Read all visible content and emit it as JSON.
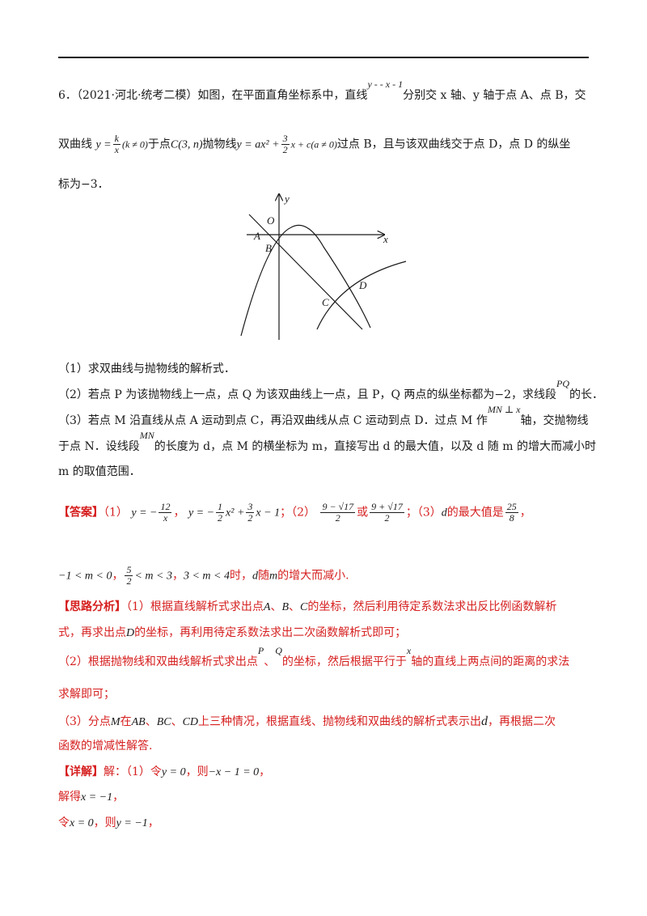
{
  "problem": {
    "l1_a": "6．（2021·河北·统考二模）如图，在平面直角坐标系中，直线",
    "l1_b": "y - - x - 1",
    "l1_c": "分别交 x 轴、y 轴于点 A、点 B，交",
    "l2_a": "双曲线",
    "l2_eq1_lhs": "y =",
    "l2_eq1_num": "k",
    "l2_eq1_den": "x",
    "l2_eq1_cond": "(k ≠ 0)",
    "l2_b": "于点",
    "l2_pt": "C(3, n)",
    "l2_c": "抛物线",
    "l2_eq2_a": "y = ax² +",
    "l2_eq2_num": "3",
    "l2_eq2_den": "2",
    "l2_eq2_b": "x + c(a ≠ 0)",
    "l2_d": "过点 B，且与该双曲线交于点 D，点 D 的纵坐",
    "l3": "标为−3．"
  },
  "figure": {
    "labels": {
      "y": "y",
      "x": "x",
      "o": "O",
      "a": "A",
      "b": "B",
      "c": "C",
      "d": "D"
    }
  },
  "questions": {
    "q1": "（1）求双曲线与抛物线的解析式．",
    "q2_a": "（2）若点 P 为该抛物线上一点，点 Q 为该双曲线上一点，且 P，Q 两点的纵坐标都为−2，求线段",
    "q2_seg": "PQ",
    "q2_b": "的长．",
    "q3_a": "（3）若点 M 沿直线从点 A 运动到点 C，再沿双曲线从点 C 运动到点 D．过点 M 作",
    "q3_perp": "MN ⊥ x",
    "q3_b": "轴，交抛物线",
    "q3_c": "于点 N．设线段",
    "q3_seg": "MN",
    "q3_d": "的长度为 d，点 M 的横坐标为 m，直接写出 d 的最大值，以及 d 随 m 的增大而减小时",
    "q3_e": "m 的取值范围．"
  },
  "answer": {
    "tag": "【答案】",
    "p1": "（1）",
    "y1_lhs": "y = −",
    "y1_num": "12",
    "y1_den": "x",
    "comma1": "，",
    "y2_lhs": "y = −",
    "y2_num": "1",
    "y2_den": "2",
    "y2_mid": "x² +",
    "y2_num2": "3",
    "y2_den2": "2",
    "y2_tail": "x − 1",
    "p2": "；（2）",
    "r1_num": "9 − √17",
    "r1_den": "2",
    "or": "或",
    "r2_num": "9 + √17",
    "r2_den": "2",
    "p3": "；（3）",
    "dvar": "d",
    "max_text": "的最大值是",
    "max_num": "25",
    "max_den": "8",
    "comma2": "，",
    "range1": "−1 < m < 0",
    "comma3": "，",
    "range2_num": "5",
    "range2_den": "2",
    "range2_tail": "< m < 3",
    "comma4": "，",
    "range3": "3 < m < 4",
    "shi": "时，",
    "dvar2": "d",
    "sui": "随",
    "mvar": "m",
    "end": "的增大而减小."
  },
  "analysis": {
    "tag": "【思路分析】",
    "l1_a": "（1）根据直线解析式求出点",
    "pa": "A",
    "sep1": "、",
    "pb": "B",
    "sep2": "、",
    "pc": "C",
    "l1_b": "的坐标，然后利用待定系数法求出反比例函数解析",
    "l2_a": "式，再求出点",
    "pd": "D",
    "l2_b": "的坐标，再利用待定系数法求出二次函数解析式即可；",
    "l3_a": "（2）根据抛物线和双曲线解析式求出点",
    "pp": "P",
    "sep3": "、",
    "pq": "Q",
    "l3_b": "的坐标，然后根据平行于",
    "px": "x",
    "l3_c": "轴的直线上两点间的距离的求法",
    "l4": "求解即可；",
    "l5_a": "（3）分点",
    "pm": "M",
    "l5_b": "在",
    "ab": "AB",
    "sep4": "、",
    "bc": "BC",
    "sep5": "、",
    "cd": "CD",
    "l5_c": "上三种情况，根据直线、抛物线和双曲线的解析式表示出",
    "pd2": "d",
    "l5_d": "，再根据二次",
    "l6": "函数的增减性解答."
  },
  "detail": {
    "tag": "【详解】",
    "l1_a": "解：（1）令",
    "l1_eq": "y = 0",
    "l1_b": "，则",
    "l1_eq2": "−x − 1 = 0",
    "l1_c": "，",
    "l2_a": "解得",
    "l2_eq": "x = −1",
    "l2_b": "，",
    "l3_a": "令",
    "l3_eq": "x = 0",
    "l3_b": "，则",
    "l3_eq2": "y = −1",
    "l3_c": "，"
  }
}
